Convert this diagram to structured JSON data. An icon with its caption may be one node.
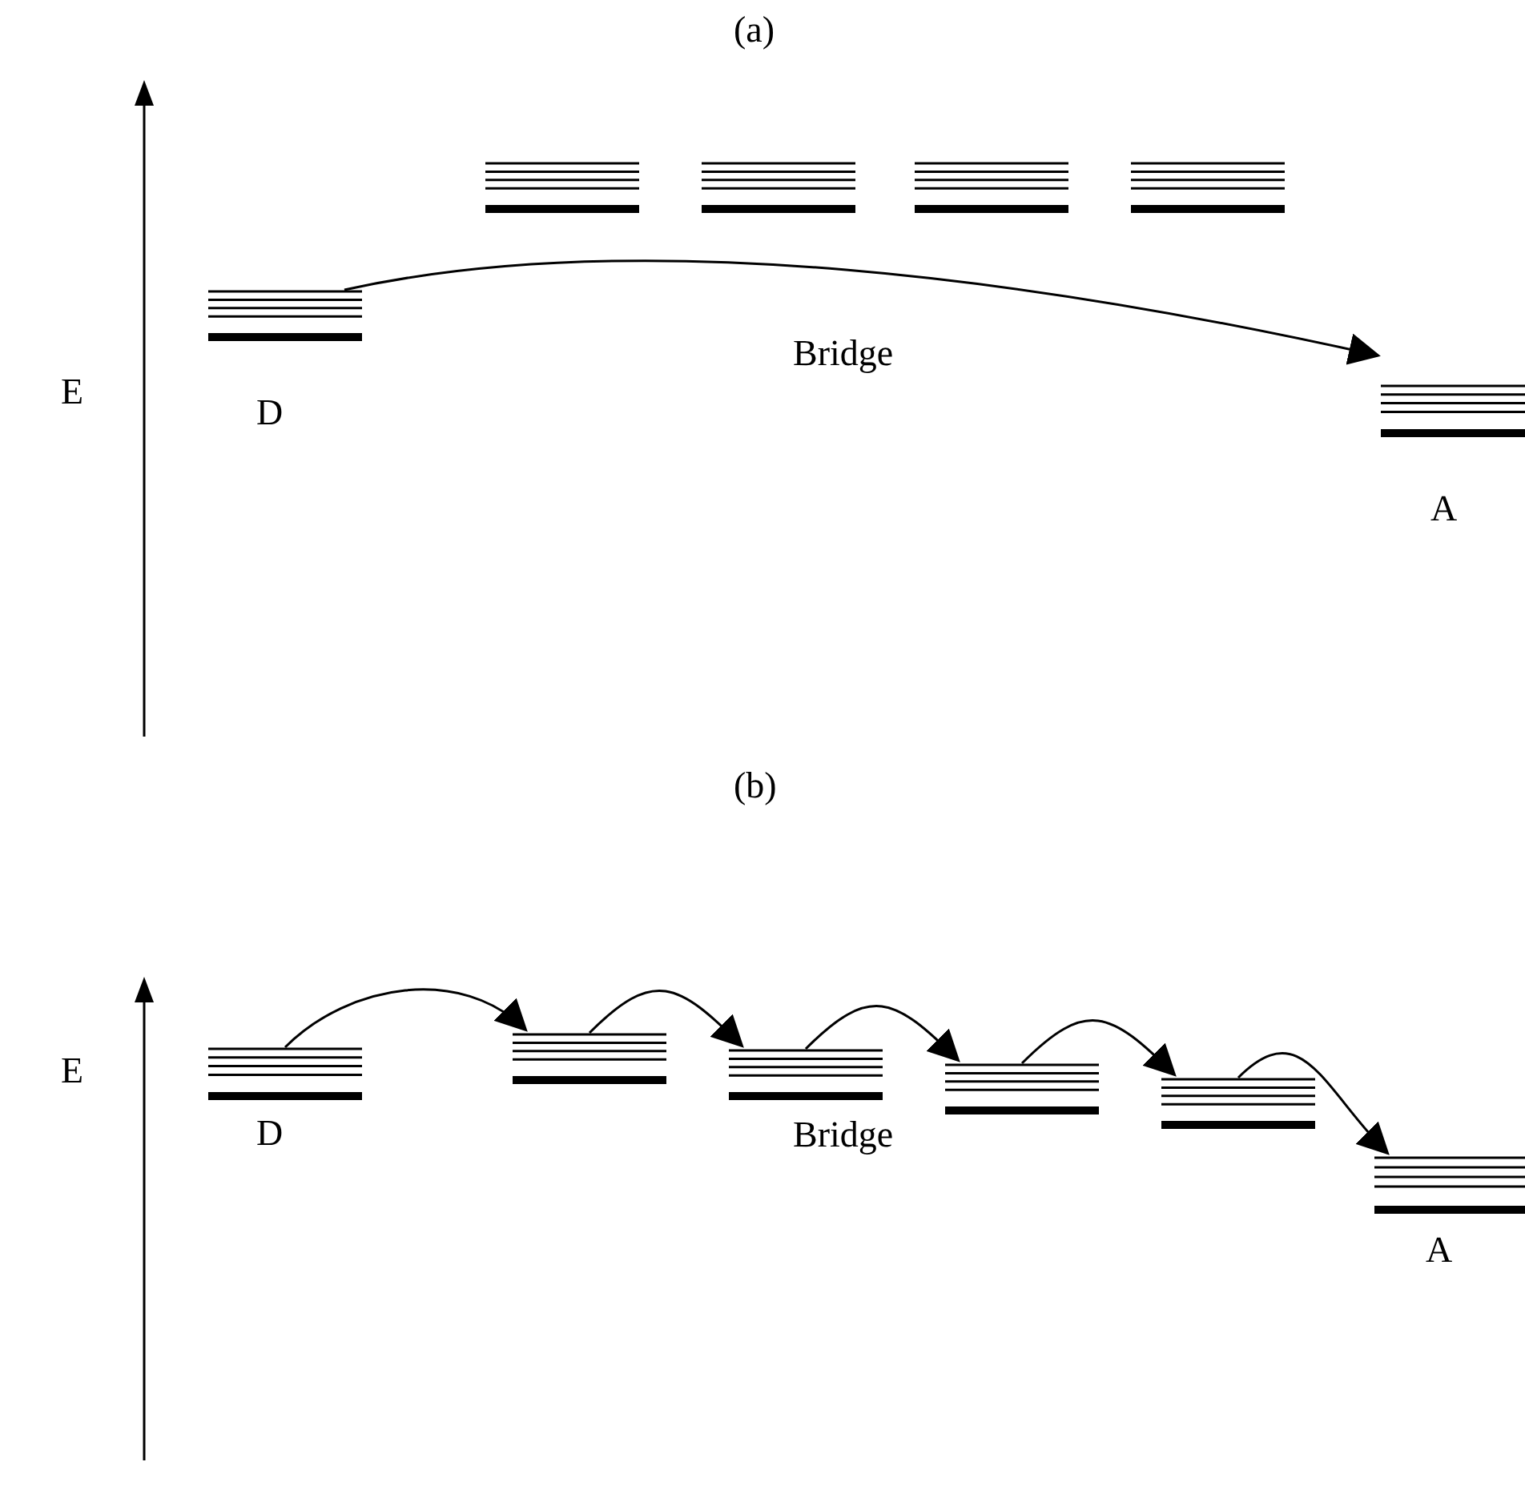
{
  "diagram": {
    "nodes": [
      {
        "text": [],
        "shape": "bar",
        "beside": [
          "D"
        ]
      },
      {
        "text": [],
        "shape": "bar"
      },
      {
        "text": [],
        "shape": "bar"
      },
      {
        "text": [],
        "shape": "bar"
      },
      {
        "text": [],
        "shape": "bar"
      },
      {
        "text": [],
        "shape": "bar",
        "beside": [
          "A"
        ]
      },
      {
        "text": [],
        "shape": "bar",
        "beside": [
          "D"
        ]
      },
      {
        "text": [],
        "shape": "bar"
      },
      {
        "text": [],
        "shape": "bar"
      },
      {
        "text": [],
        "shape": "bar"
      },
      {
        "text": [],
        "shape": "bar"
      },
      {
        "text": [],
        "shape": "bar",
        "beside": [
          "A"
        ]
      }
    ],
    "edges": [
      {
        "from": 0,
        "to": 5,
        "arrow": "to"
      },
      {
        "from": 6,
        "to": 7,
        "arrow": "to"
      },
      {
        "from": 7,
        "to": 8,
        "arrow": "to"
      },
      {
        "from": 8,
        "to": 9,
        "arrow": "to"
      },
      {
        "from": 9,
        "to": 10,
        "arrow": "to"
      },
      {
        "from": 10,
        "to": 11,
        "arrow": "to"
      }
    ],
    "labels": [
      "(a)",
      "E",
      "Bridge",
      "(b)",
      "E",
      "Bridge"
    ]
  }
}
